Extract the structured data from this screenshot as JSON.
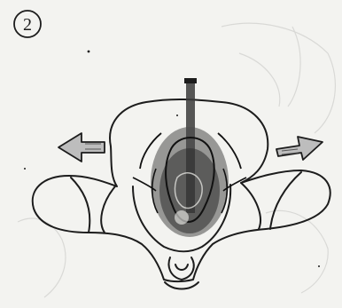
{
  "step": {
    "number": "2"
  },
  "colors": {
    "paper": "#f3f3f0",
    "ink": "#1c1c1c",
    "shade": "#3a3a3a"
  },
  "icons": {
    "step_marker": "circled-number",
    "left_arrow": "arrow-left-outward",
    "right_arrow": "arrow-right-outward"
  }
}
